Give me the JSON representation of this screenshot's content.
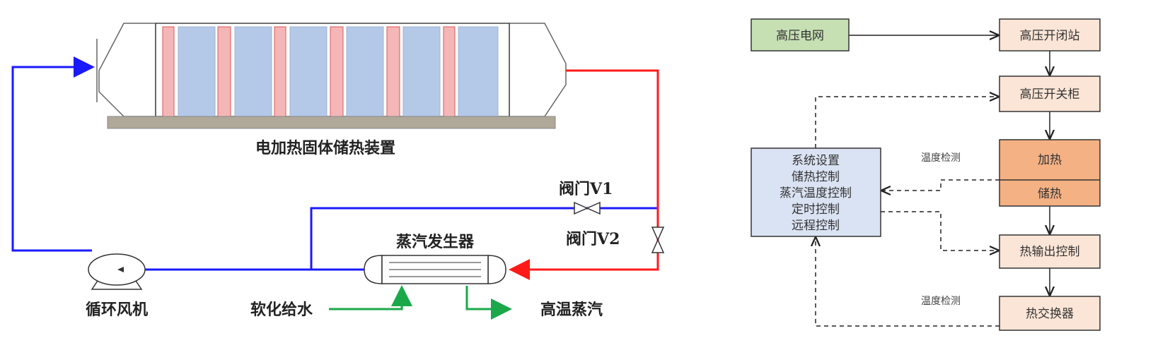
{
  "left_diagram": {
    "storage_label": "电加热固体储热装置",
    "steam_generator_label": "蒸汽发生器",
    "fan_label": "循环风机",
    "soft_water_label": "软化给水",
    "hot_steam_label": "高温蒸汽",
    "valve_v1_label": "阀门V1",
    "valve_v2_label": "阀门V2",
    "colors": {
      "cold_pipe": "#1a1aff",
      "hot_pipe": "#ff1a1a",
      "water_pipe": "#1aa84a",
      "heater": "#f4b6b6",
      "storage_block": "#b4c8e8",
      "base": "#b0a898"
    }
  },
  "right_diagram": {
    "grid": "高压电网",
    "switch_station": "高压开闭站",
    "switchgear": "高压开关柜",
    "heating": "加热",
    "storage": "储热",
    "heat_output": "热输出控制",
    "heat_exchanger": "热交换器",
    "control_lines": [
      "系统设置",
      "储热控制",
      "蒸汽温度控制",
      "定时控制",
      "远程控制"
    ],
    "temp_detect_1": "温度检测",
    "temp_detect_2": "温度检测",
    "colors": {
      "grid_fill": "#c6e0b4",
      "box_fill": "#fbe5d6",
      "heat_fill": "#f4b183",
      "control_fill": "#dae3f3"
    }
  }
}
